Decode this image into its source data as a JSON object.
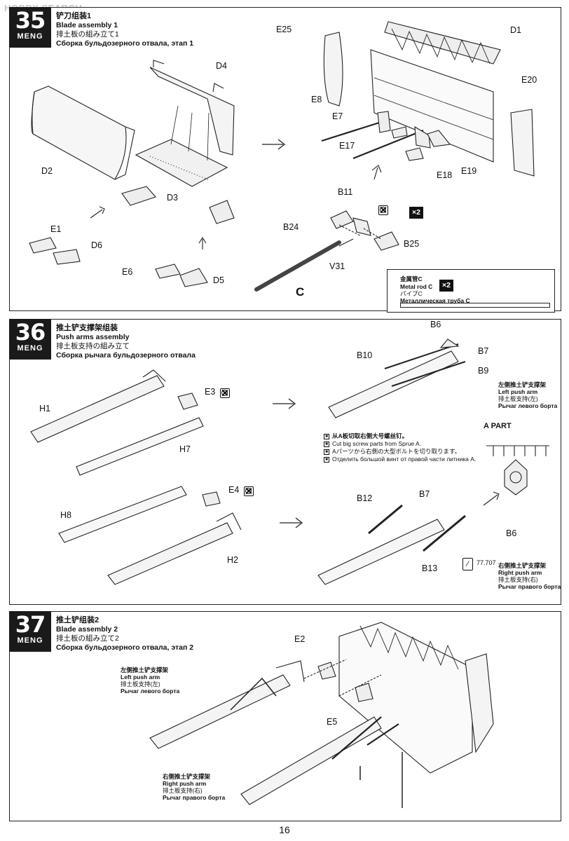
{
  "watermark": "HOBBY SEARCH",
  "brand": "MENG",
  "page_number": "16",
  "steps": [
    {
      "number": "35",
      "title_zh": "铲刀组装1",
      "title_en": "Blade assembly 1",
      "title_ja": "排土板の組み立て1",
      "title_ru": "Сборка бульдозерного отвала, этап 1",
      "labels": {
        "E25": "E25",
        "D1": "D1",
        "D4": "D4",
        "E20": "E20",
        "E8": "E8",
        "E7": "E7",
        "E17": "E17",
        "E18": "E18",
        "E19": "E19",
        "D2": "D2",
        "D3": "D3",
        "E1": "E1",
        "D6": "D6",
        "E6": "E6",
        "D5": "D5",
        "B11": "B11",
        "B24": "B24",
        "B25": "B25",
        "V31": "V31",
        "C": "C"
      },
      "multiplier": "×2",
      "rod_box": {
        "zh": "金属管C",
        "en": "Metal rod C",
        "ja": "パイプC",
        "ru": "Металлическая труба C",
        "multiplier": "×2"
      }
    },
    {
      "number": "36",
      "title_zh": "推土铲支撑架组装",
      "title_en": "Push arms assembly",
      "title_ja": "排土板支持の組み立て",
      "title_ru": "Сборка рычага бульдозерного отвала",
      "labels": {
        "H1": "H1",
        "H7": "H7",
        "E3": "E3",
        "E4": "E4",
        "H8": "H8",
        "H2": "H2",
        "B6": "B6",
        "B7": "B7",
        "B10": "B10",
        "B9": "B9",
        "B12": "B12",
        "B7b": "B7",
        "B6b": "B6",
        "B13": "B13"
      },
      "left_arm": {
        "zh": "左侧推土铲支撑架",
        "en": "Left push arm",
        "ja": "排土板支持(左)",
        "ru": "Рычаг левого борта"
      },
      "right_arm": {
        "zh": "右侧推土铲支撑架",
        "en": "Right push arm",
        "ja": "排土板支持(右)",
        "ru": "Рычаг правого борта"
      },
      "a_part": "A PART",
      "notes": [
        "从A板切取右侧大号螺丝钉。",
        "Cut big screw parts from Sprue A.",
        "Aパーツから右側の大型ボルトを切り取ります。",
        "Отделить большой винт от правой части литника A."
      ],
      "paint_code": "77.707"
    },
    {
      "number": "37",
      "title_zh": "推土铲组装2",
      "title_en": "Blade assembly 2",
      "title_ja": "排土板の組み立て2",
      "title_ru": "Сборка бульдозерного отвала, этап 2",
      "labels": {
        "E2": "E2",
        "E5": "E5"
      },
      "left_arm": {
        "zh": "左侧推土铲支撑架",
        "en": "Left push arm",
        "ja": "排土板支持(左)",
        "ru": "Рычаг левого борта"
      },
      "right_arm": {
        "zh": "右侧推土铲支撑架",
        "en": "Right push arm",
        "ja": "排土板支持(右)",
        "ru": "Рычаг правого борта"
      }
    }
  ]
}
